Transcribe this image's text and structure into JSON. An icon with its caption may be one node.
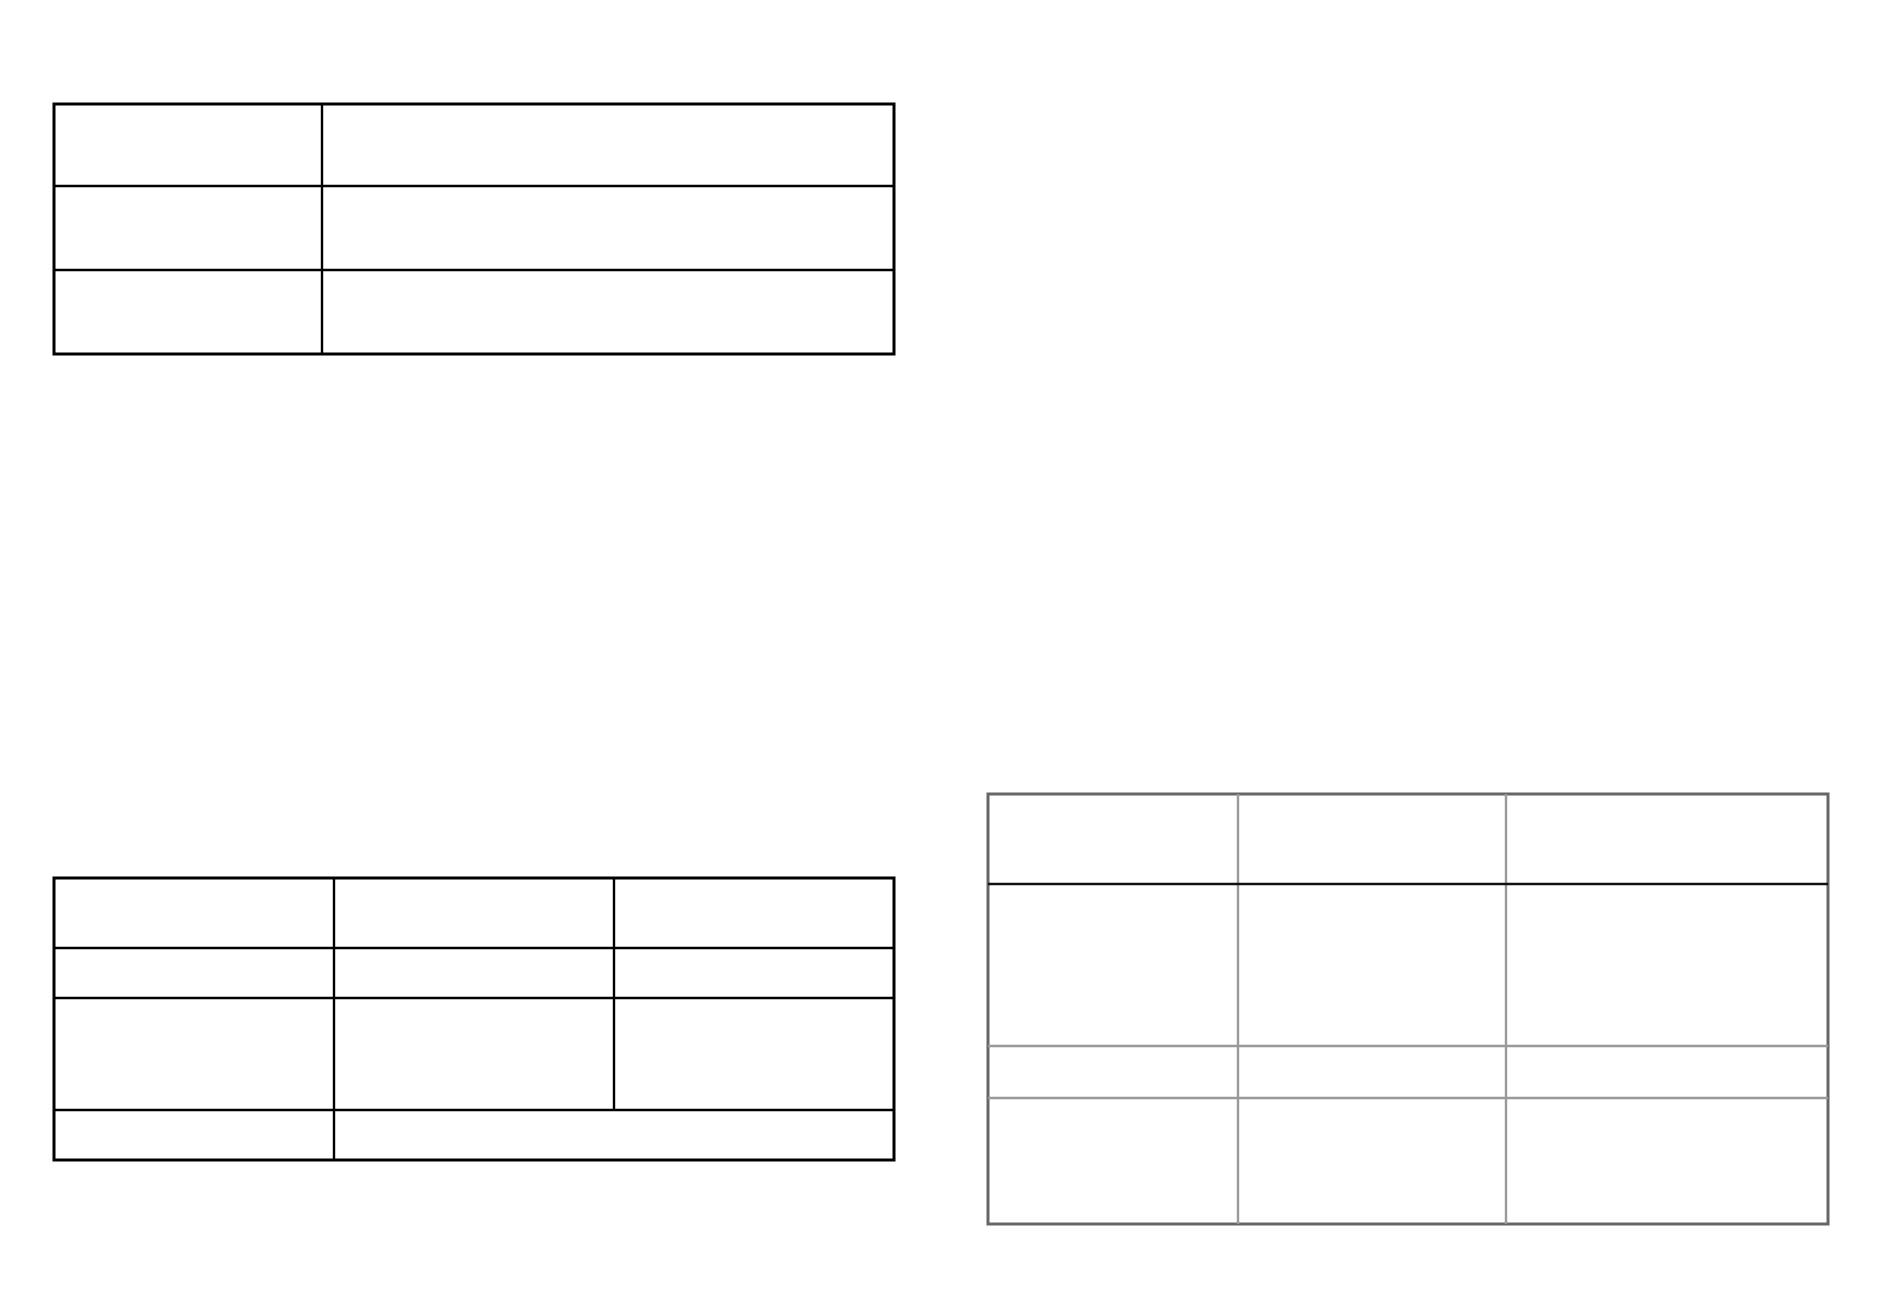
{
  "diagram": {
    "nodes": [
      {
        "text": [],
        "shape": "table"
      },
      {
        "text": [],
        "shape": "table"
      },
      {
        "text": [],
        "shape": "table"
      }
    ]
  }
}
